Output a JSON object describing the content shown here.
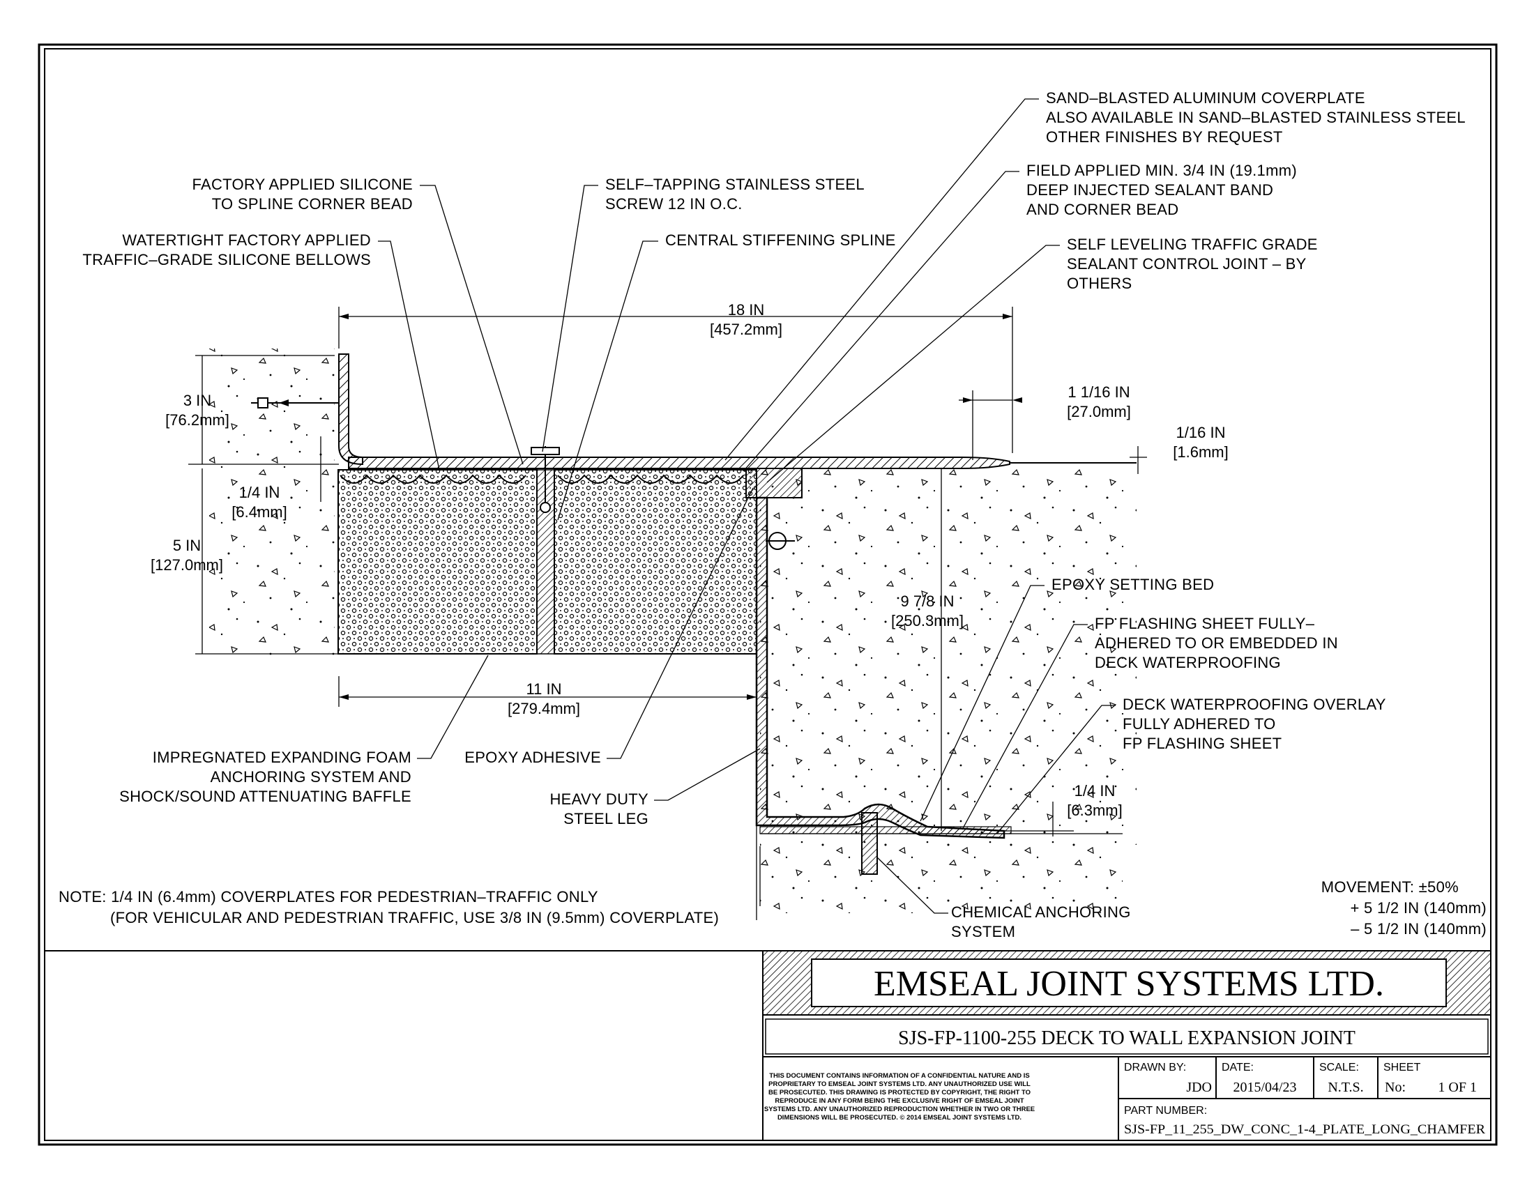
{
  "labels": {
    "silicone_corner_bead": [
      "FACTORY APPLIED SILICONE",
      "TO SPLINE CORNER BEAD"
    ],
    "self_tapping_screw": [
      "SELF–TAPPING STAINLESS STEEL",
      "SCREW 12 IN O.C."
    ],
    "bellows": [
      "WATERTIGHT FACTORY APPLIED",
      "TRAFFIC–GRADE SILICONE BELLOWS"
    ],
    "stiffening_spline": [
      "CENTRAL STIFFENING SPLINE"
    ],
    "coverplate": [
      "SAND–BLASTED ALUMINUM COVERPLATE",
      "ALSO AVAILABLE IN SAND–BLASTED STAINLESS STEEL",
      "OTHER FINISHES BY REQUEST"
    ],
    "sealant_band": [
      "FIELD APPLIED MIN. 3/4 IN (19.1mm)",
      "DEEP INJECTED SEALANT BAND",
      "AND CORNER BEAD"
    ],
    "control_joint": [
      "SELF LEVELING TRAFFIC GRADE",
      "SEALANT CONTROL JOINT – BY",
      "OTHERS"
    ],
    "epoxy_setting_bed": [
      "EPOXY SETTING BED"
    ],
    "fp_flashing": [
      "FP FLASHING SHEET FULLY–",
      "ADHERED TO OR EMBEDDED IN",
      "DECK WATERPROOFING"
    ],
    "deck_overlay": [
      "DECK WATERPROOFING OVERLAY",
      "FULLY ADHERED TO",
      "FP FLASHING SHEET"
    ],
    "foam": [
      "IMPREGNATED EXPANDING FOAM",
      "ANCHORING SYSTEM AND",
      "SHOCK/SOUND ATTENUATING BAFFLE"
    ],
    "epoxy_adhesive": [
      "EPOXY ADHESIVE"
    ],
    "steel_leg": [
      "HEAVY DUTY",
      "STEEL LEG"
    ],
    "chemical_anchoring": [
      "CHEMICAL ANCHORING",
      "SYSTEM"
    ]
  },
  "dimensions": {
    "width_18": [
      "18 IN",
      "[457.2mm]"
    ],
    "height_3": [
      "3 IN",
      "[76.2mm]"
    ],
    "plate_quarter": [
      "1/4 IN",
      "[6.4mm]"
    ],
    "height_5": [
      "5 IN",
      "[127.0mm]"
    ],
    "width_11": [
      "11 IN",
      "[279.4mm]"
    ],
    "offset_1_1_16": [
      "1 1/16 IN",
      "[27.0mm]"
    ],
    "edge_1_16": [
      "1/16 IN",
      "[1.6mm]"
    ],
    "depth_9_7_8": [
      "9 7/8 IN",
      "[250.3mm]"
    ],
    "flash_quarter": [
      "1/4 IN",
      "[6.3mm]"
    ]
  },
  "note": [
    "NOTE: 1/4 IN (6.4mm) COVERPLATES FOR PEDESTRIAN–TRAFFIC ONLY",
    "(FOR VEHICULAR AND PEDESTRIAN TRAFFIC, USE 3/8 IN (9.5mm) COVERPLATE)"
  ],
  "movement": [
    "MOVEMENT: ±50%",
    "+ 5 1/2 IN (140mm)",
    "– 5 1/2 IN (140mm)"
  ],
  "title_block": {
    "company": "EMSEAL JOINT SYSTEMS LTD.",
    "drawing_title": "SJS-FP-1100-255 DECK TO WALL EXPANSION JOINT",
    "disclaimer": [
      "THIS DOCUMENT CONTAINS INFORMATION OF A CONFIDENTIAL NATURE AND IS",
      "PROPRIETARY TO EMSEAL JOINT SYSTEMS LTD. ANY UNAUTHORIZED USE WILL",
      "BE PROSECUTED. THIS DRAWING IS PROTECTED BY COPYRIGHT, THE RIGHT TO",
      "REPRODUCE IN ANY FORM BEING THE EXCLUSIVE RIGHT OF EMSEAL JOINT",
      "SYSTEMS LTD. ANY UNAUTHORIZED REPRODUCTION WHETHER IN TWO OR THREE",
      "DIMENSIONS WILL BE PROSECUTED. © 2014 EMSEAL JOINT SYSTEMS LTD."
    ],
    "drawn_by_label": "DRAWN BY:",
    "drawn_by": "JDO",
    "date_label": "DATE:",
    "date": "2015/04/23",
    "scale_label": "SCALE:",
    "scale": "N.T.S.",
    "sheet_label": "SHEET",
    "sheet_no_label": "No:",
    "sheet": "1 OF 1",
    "part_number_label": "PART NUMBER:",
    "part_number": "SJS-FP_11_255_DW_CONC_1-4_PLATE_LONG_CHAMFER"
  }
}
